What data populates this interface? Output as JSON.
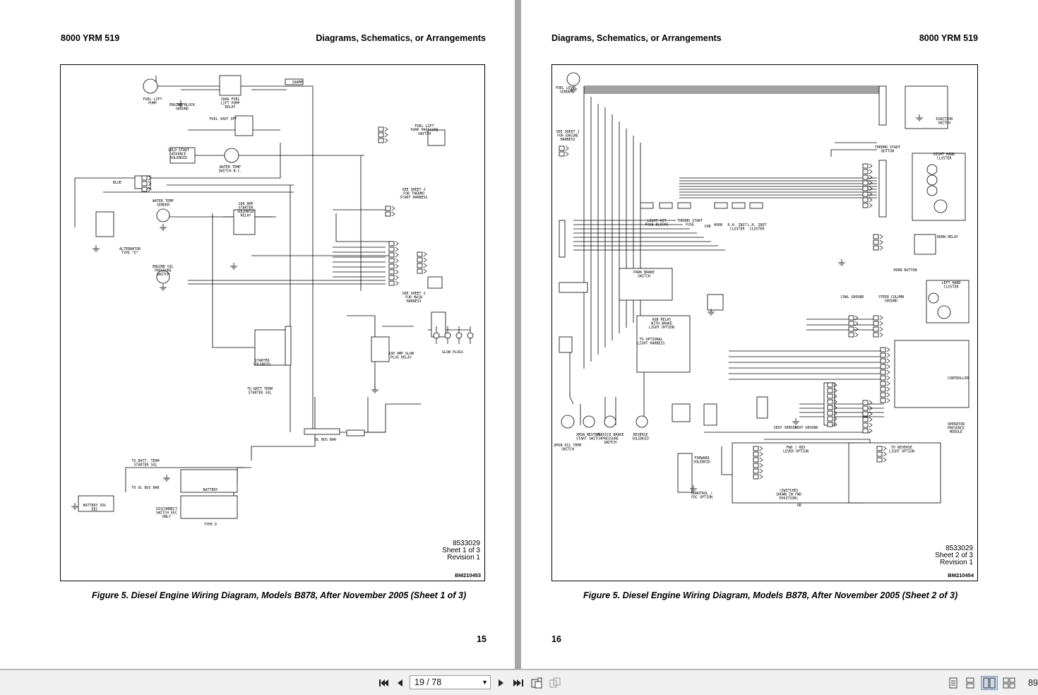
{
  "left_page": {
    "header_left": "8000 YRM 519",
    "header_right": "Diagrams, Schematics, or Arrangements",
    "sheet_code": "8533029",
    "sheet_info": "Sheet 1 of 3",
    "revision": "Revision 1",
    "bm_code": "BM210453",
    "caption": "Figure 5.  Diesel Engine Wiring Diagram, Models B878, After November 2005 (Sheet 1 of 3)",
    "page_number": "15",
    "labels": [
      "FUEL LIFT PUMP",
      "ENGINE BLOCK GROUND",
      "100A FUEL LIFT PUMP RELAY",
      "10AMP",
      "FUEL SHUT OFF",
      "FUEL LIFT PUMP PRESSURE SWITCH",
      "COLD START ADVANCE SOLENOID",
      "WATER TEMP SWITCH N.C.",
      "BLUE",
      "WATER TEMP SENDER",
      "100 AMP STARTER SOLENOID RELAY",
      "ALTERNATOR TYPE \"D\"",
      "SEE SHEET 2 FOR THERMO START HARNESS",
      "ENGINE OIL PRESSURE SWITCH",
      "SEE SHEET 2 FOR MAIN HARNESS",
      "100 AMP GLOW PLUG RELAY",
      "GLOW PLUGS",
      "STARTER SOLENOID",
      "TO BATT TERM STARTER SOL",
      "UL BUS BAR",
      "TO BATT. TERM STARTER SOL",
      "TO UL BUS BAR",
      "DISCONNECT SWITCH EEC ONLY",
      "BATTERY SOL EEC",
      "BATTERY",
      "TYPE D"
    ]
  },
  "right_page": {
    "header_left": "Diagrams, Schematics, or Arrangements",
    "header_right": "8000 YRM 519",
    "sheet_code": "8533029",
    "sheet_info": "Sheet 2 of 3",
    "revision": "Revision 1",
    "bm_code": "BM210454",
    "caption": "Figure 5.  Diesel Engine Wiring Diagram, Models B878, After November 2005 (Sheet 2 of 3)",
    "page_number": "16",
    "labels": [
      "FUEL LEVEL SENDER",
      "IGNITION SWITCH",
      "SEE SHEET 1 FOR ENGINE HARNESS",
      "THERMO START BUTTON",
      "RIGHT HAND CLUSTER",
      "LIGHT KIT FUSE BLOCKS",
      "THERMO START FUSE",
      "CAB",
      "HORN",
      "R.H. INST CLUSTER",
      "L.H. INST CLUSTER",
      "HORN RELAY",
      "PARK BRAKE SWITCH",
      "HORN BUTTON",
      "COWL GROUND",
      "STEER COLUMN GROUND",
      "LEFT HAND CLUSTER",
      "ASB RELAY WITH BRAKE LIGHT OPTION",
      "TO OPTIONAL LIGHT HARNESS",
      "CONTROLLER",
      "OPERATOR PRESENCE MODULE",
      "SEAT SENSOR",
      "SEAT GROUND",
      "XMSN OIL TEMP SWITCH",
      "XMSN NEUTRAL START SWITCH",
      "SERVICE BRAKE PRESSURE SWITCH",
      "REVERSE SOLENOID",
      "FORWARD SOLENOID",
      "MONOTROL / FDC OPTION",
      "FWD / REV LEVER OPTION",
      "TO REVERSE LIGHT OPTION",
      "(SWITCHES SHOWN IN FWD POSITION)",
      "OR"
    ]
  },
  "toolbar": {
    "page_indicator": "19 / 78",
    "zoom": "89",
    "icons": [
      "first-page-icon",
      "prev-page-icon",
      "next-page-icon",
      "last-page-icon",
      "rotate-icon",
      "fit-icon",
      "single-page-view-icon",
      "continuous-view-icon",
      "two-page-view-icon",
      "two-page-continuous-icon"
    ]
  }
}
